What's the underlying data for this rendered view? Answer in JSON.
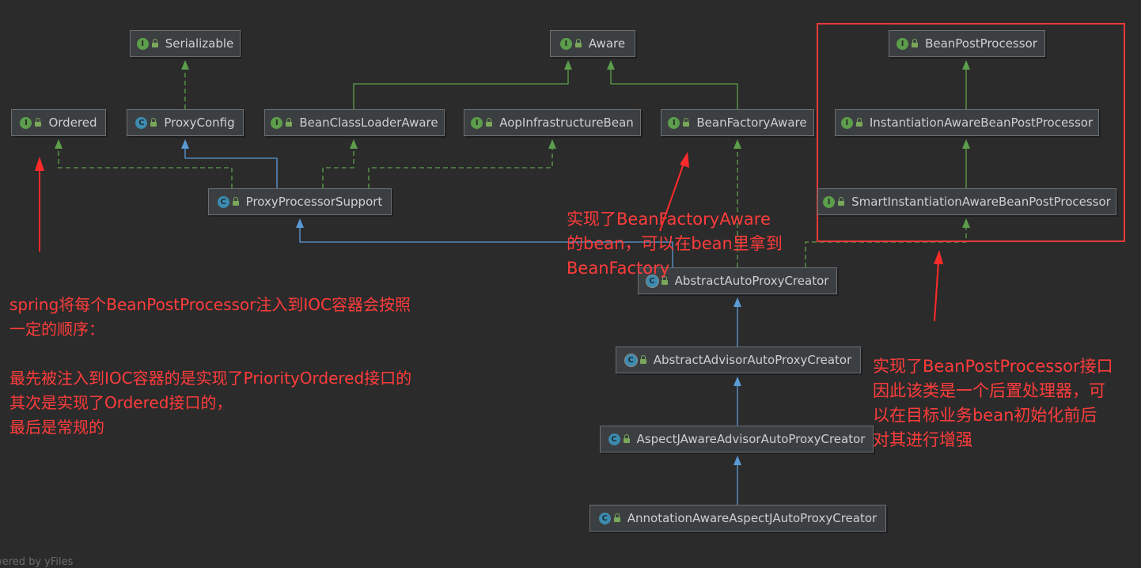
{
  "nodes": {
    "serializable": {
      "label": "Serializable",
      "kind": "I"
    },
    "aware": {
      "label": "Aware",
      "kind": "I"
    },
    "bean_post_processor": {
      "label": "BeanPostProcessor",
      "kind": "I"
    },
    "ordered": {
      "label": "Ordered",
      "kind": "I"
    },
    "proxy_config": {
      "label": "ProxyConfig",
      "kind": "C"
    },
    "bean_class_loader_aware": {
      "label": "BeanClassLoaderAware",
      "kind": "I"
    },
    "aop_infrastructure_bean": {
      "label": "AopInfrastructureBean",
      "kind": "I"
    },
    "bean_factory_aware": {
      "label": "BeanFactoryAware",
      "kind": "I"
    },
    "instantiation_aware_bpp": {
      "label": "InstantiationAwareBeanPostProcessor",
      "kind": "I"
    },
    "proxy_processor_support": {
      "label": "ProxyProcessorSupport",
      "kind": "C"
    },
    "smart_instantiation_aware_bpp": {
      "label": "SmartInstantiationAwareBeanPostProcessor",
      "kind": "I"
    },
    "abstract_auto_proxy_creator": {
      "label": "AbstractAutoProxyCreator",
      "kind": "A"
    },
    "abstract_advisor_auto_proxy_creator": {
      "label": "AbstractAdvisorAutoProxyCreator",
      "kind": "A"
    },
    "aspectj_aware_advisor_auto_proxy_creator": {
      "label": "AspectJAwareAdvisorAutoProxyCreator",
      "kind": "C"
    },
    "annotation_aware_aspectj_auto_proxy_creator": {
      "label": "AnnotationAwareAspectJAutoProxyCreator",
      "kind": "C"
    }
  },
  "badges": {
    "I": "I",
    "C": "C",
    "A": "C"
  },
  "colors": {
    "background": "#2b2b2b",
    "implements_line": "#5c9e4b",
    "extends_line": "#5b9bd5",
    "annotation": "#ff3c3c"
  },
  "annotations": {
    "bean_factory_aware_note": "实现了BeanFactoryAware\n的bean，可以在bean里拿到\nBeanFactory",
    "ordering_note": "spring将每个BeanPostProcessor注入到IOC容器会按照\n一定的顺序：\n\n最先被注入到IOC容器的是实现了PriorityOrdered接口的\n其次是实现了Ordered接口的，\n最后是常规的",
    "bean_post_processor_note": "实现了BeanPostProcessor接口\n因此该类是一个后置处理器，可\n以在目标业务bean初始化前后\n对其进行增强"
  },
  "footer": "wered by yFiles"
}
